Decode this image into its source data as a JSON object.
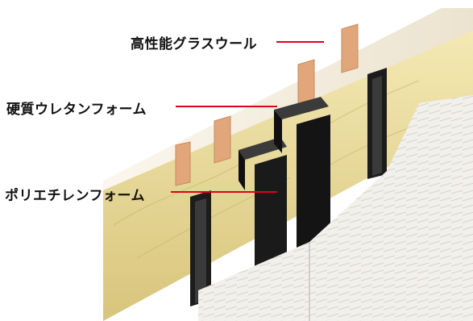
{
  "labels": {
    "glass_wool": "高性能グラスウール",
    "rigid_urethane_foam": "硬質ウレタンフォーム",
    "polyethylene_foam": "ポリエチレンフォーム"
  },
  "colors": {
    "leader_line": "#e0001b",
    "insulation": "#e9dc9c",
    "stud": "#e3a87a",
    "steel": "#1c1c1c",
    "siding": "#f3f1ed"
  }
}
